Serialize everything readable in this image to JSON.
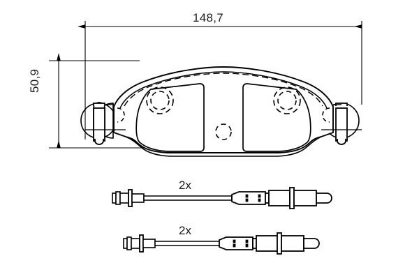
{
  "drawing": {
    "type": "technical-dimension-drawing",
    "subject": "disc brake pad set with wear sensor cables",
    "background_color": "#ffffff",
    "line_color": "#000000",
    "text_color": "#1a1a1a"
  },
  "dimensions": {
    "width": {
      "value": "148,7",
      "orientation": "horizontal",
      "unit_implied": "mm"
    },
    "height": {
      "value": "50,9",
      "orientation": "vertical",
      "unit_implied": "mm"
    }
  },
  "brake_pad": {
    "pockets": 2,
    "center_hole": "dashed-circle",
    "side_tabs": 2,
    "pin_count": 2,
    "hidden_circles": 2
  },
  "sensors": [
    {
      "id": "sensor-1",
      "quantity_label": "2x"
    },
    {
      "id": "sensor-2",
      "quantity_label": "2x"
    }
  ]
}
